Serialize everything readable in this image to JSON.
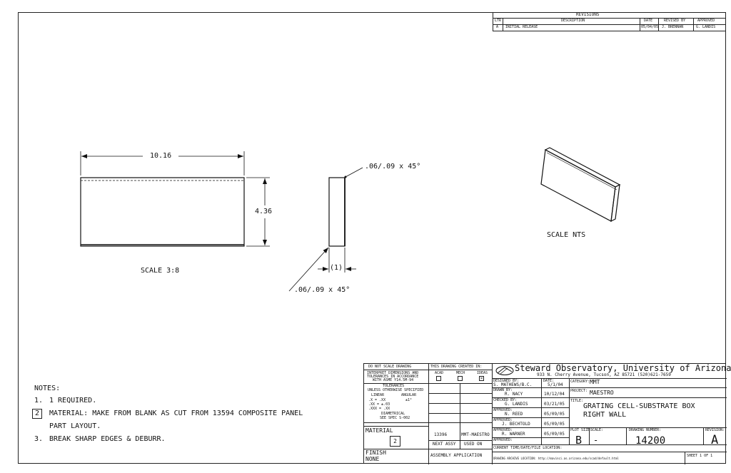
{
  "revisions": {
    "heading": "REVISIONS",
    "columns": {
      "ltr": "LTR",
      "description": "DESCRIPTION",
      "date": "DATE",
      "revised_by": "REVISED BY",
      "approved": "APPROVED"
    },
    "rows": [
      {
        "ltr": "A",
        "description": "INITIAL RELEASE",
        "date": "05/04/05",
        "revised_by": "J. BRENNAN",
        "approved": "G. LANDIS"
      }
    ]
  },
  "views": {
    "front": {
      "width_dim": "10.16",
      "height_dim": "4.36",
      "scale": "SCALE 3:8"
    },
    "side": {
      "chamfer_top": ".06/.09 x 45°",
      "chamfer_bottom": ".06/.09 x 45°",
      "thickness_dim": "(1)"
    },
    "iso": {
      "scale": "SCALE NTS"
    }
  },
  "notes": {
    "heading": "NOTES:",
    "items": [
      {
        "num": "1.",
        "text": "1 REQUIRED."
      },
      {
        "num": "2",
        "text": "MATERIAL: MAKE FROM BLANK AS CUT FROM 13594 COMPOSITE PANEL",
        "text2": "PART LAYOUT."
      },
      {
        "num": "3.",
        "text": "BREAK SHARP EDGES & DEBURR."
      }
    ]
  },
  "title_block": {
    "do_not_scale": "DO NOT SCALE DRAWING",
    "interpret": [
      "INTERPRET DIMENSIONS AND",
      "TOLERANCES IN ACCORDANCE",
      "WITH ASME Y14.5M-94"
    ],
    "tolerances": "TOLERANCES",
    "unless": "UNLESS OTHERWISE SPECIFIED",
    "linear": "LINEAR",
    "angular": "ANGULAR",
    "tol_lines": [
      ".X  = .XX",
      ".XX = ±.03",
      ".XXX = .XX"
    ],
    "angular_val": "±1°",
    "diametrical": "DIAMETRICAL",
    "spec": "SEE SPEC S-002",
    "material_label": "MATERIAL",
    "material_note": "2",
    "finish_label": "FINISH",
    "finish_value": "NONE",
    "created_in": "THIS DRAWING CREATED IN:",
    "software": [
      "ACAD",
      "MECH",
      "IDEAS"
    ],
    "next_assy_value": "13396",
    "used_on_value": "MMT-MAESTRO",
    "next_assy": "NEXT ASSY",
    "used_on": "USED ON",
    "assembly_app": "ASSEMBLY APPLICATION",
    "org": "Steward Observatory, University of Arizona",
    "address": "933 N. Cherry Avenue, Tucson, AZ  85721   (520)621-7659",
    "designed_by_label": "DESIGNED BY:",
    "designed_by": "S. MATHEWS/B.C.",
    "date_label": "DATE:",
    "designed_date": "5/1/04",
    "drawn_by_label": "DRAWN BY:",
    "drawn_by": "R. NACY",
    "drawn_date": "10/12/04",
    "checked_by_label": "CHECKED BY:",
    "checked_by": "G. LANDIS",
    "checked_date": "03/21/05",
    "approved1_label": "APPROVED:",
    "approved1": "N. REED",
    "approved1_date": "05/09/05",
    "approved2_label": "APPROVED:",
    "approved2": "J. BECHTOLD",
    "approved2_date": "05/09/05",
    "approved3_label": "APPROVED:",
    "approved3": "R. WARNER",
    "approved3_date": "05/09/05",
    "approved4_label": "APPROVED:",
    "category_label": "CATEGORY:",
    "category": "MMT",
    "project_label": "PROJECT:",
    "project": "MAESTRO",
    "title_label": "TITLE:",
    "title_line1": "GRATING CELL-SUBSTRATE BOX",
    "title_line2": "RIGHT WALL",
    "plot_size_label": "PLOT SIZE:",
    "plot_size": "B",
    "scale_label": "SCALE:",
    "scale": "-",
    "drawing_number_label": "DRAWING NUMBER:",
    "drawing_number": "14200",
    "revision_label": "REVISION:",
    "revision": "A",
    "current_time_label": "CURRENT TIME/DATE/FILE LOCATION:",
    "archive_label": "DRAWING ARCHIVE LOCATION: http://mavinci.as.arizona.edu/scad/default.html",
    "sheet": "SHEET 1 OF 1"
  }
}
